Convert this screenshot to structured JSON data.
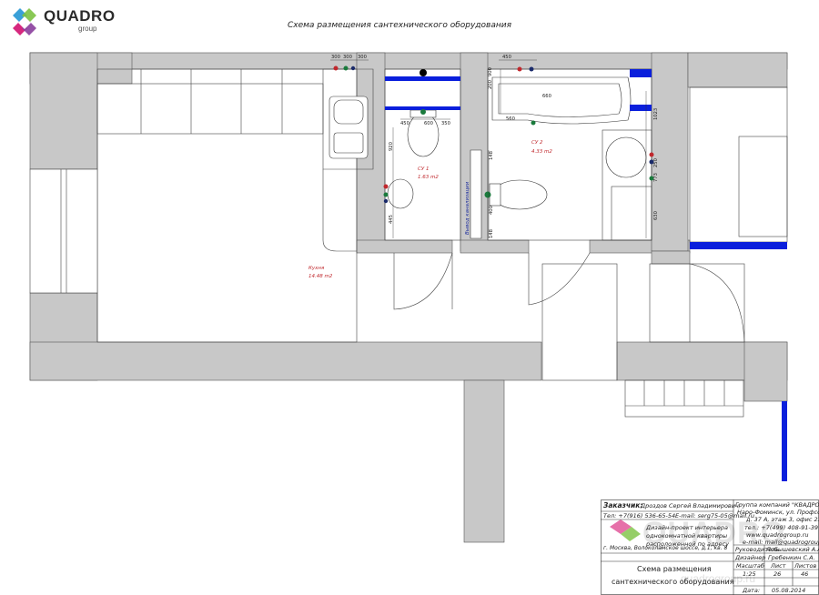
{
  "brand": {
    "name": "QUADRO",
    "sub": "group",
    "watermark": "QUADRO",
    "watermark_url": "quadrogroup.ru"
  },
  "title": "Схема размещения сантехнического оборудования",
  "rooms": {
    "kitchen_name": "Кухня",
    "kitchen_area": "14.48 m2",
    "wc1_name": "СУ 1",
    "wc1_area": "1.63 m2",
    "wc2_name": "СУ 2",
    "wc2_area": "4.33 m2",
    "sewer_label": "Вывод канализации"
  },
  "dims": {
    "d300a": "300",
    "d300b": "300",
    "d300c": "300",
    "d450a": "450",
    "d600": "600",
    "d350": "350",
    "d450b": "450",
    "d900": "900",
    "d200": "200",
    "d660": "660",
    "d560": "560",
    "d920": "920",
    "d445": "445",
    "d148a": "148",
    "d400": "400",
    "d148b": "148",
    "d1023": "1023",
    "d250": "250",
    "d773": "773",
    "d630": "630"
  },
  "stamp": {
    "client_label": "Заказчик:",
    "client_name": "Дроздов Сергей Владимирович",
    "tel_label": "Тел: +7(916) 536-65-54",
    "email": "E-mail: serg75-05@mail.ru",
    "project_line1": "Дизайн-проект интерьера",
    "project_line2": "однокомнатной квартиры",
    "project_line3": "расположенной по адресу",
    "address": "г. Москва, Волоколамское шоссе, д.1, кв. 8",
    "company_line1": "Группа компаний \"КВАДРО\"",
    "company_line2": "Наро-Фоминск, ул. Профсоюзная",
    "company_line3": "д. 37 А, этаж 3, офис 23",
    "company_tel": "тел.: +7(499) 408-91-39",
    "company_web": "www.quadrogroup.ru",
    "company_mail": "e-mail: mail@quadrogroup.ru",
    "chief_label": "Руководитель",
    "chief_name": "Лобышевский А.А.",
    "designer_label": "Дизайнер",
    "designer_name": "Гребенкин С.А.",
    "sheet_title1": "Схема размещения",
    "sheet_title2": "сантехнического оборудования",
    "scale_label": "Масштаб",
    "sheet_label": "Лист",
    "sheets_label": "Листов",
    "scale_value": "1:25",
    "sheet_value": "26",
    "sheets_value": "46",
    "date_label": "Дата:",
    "date_value": "05.08.2014"
  },
  "colors": {
    "wall": "#c8c8c8",
    "line": "#222222",
    "blue": "#0a1fdc",
    "red": "#c0282d",
    "green": "#1a7a3c",
    "navy": "#1a2a6a"
  }
}
